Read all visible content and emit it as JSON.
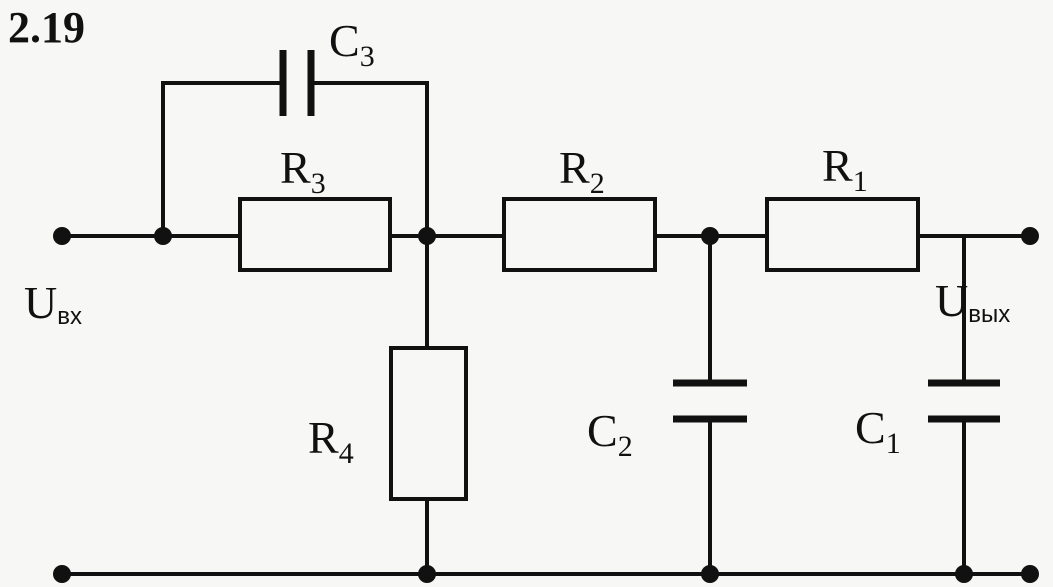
{
  "problem_number": "2.19",
  "components": {
    "R1": {
      "letter": "R",
      "index": "1"
    },
    "R2": {
      "letter": "R",
      "index": "2"
    },
    "R3": {
      "letter": "R",
      "index": "3"
    },
    "R4": {
      "letter": "R",
      "index": "4"
    },
    "C1": {
      "letter": "C",
      "index": "1"
    },
    "C2": {
      "letter": "C",
      "index": "2"
    },
    "C3": {
      "letter": "C",
      "index": "3"
    }
  },
  "ports": {
    "input": {
      "letter": "U",
      "sub": "вх"
    },
    "output": {
      "letter": "U",
      "sub": "вых"
    }
  }
}
